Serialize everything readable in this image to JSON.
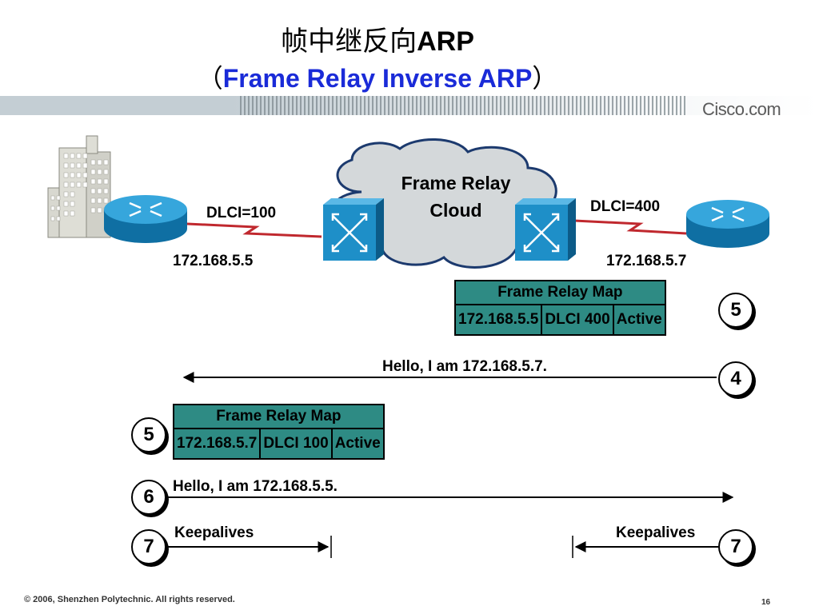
{
  "slide": {
    "title_cn": "帧中继反向",
    "title_arp": "ARP",
    "title_open_bracket": "（",
    "title_en": "Frame Relay Inverse ARP",
    "title_close_bracket": "）",
    "brand": "Cisco.com"
  },
  "network": {
    "cloud_label_line1": "Frame Relay",
    "cloud_label_line2": "Cloud",
    "left_dlci": "DLCI=100",
    "right_dlci": "DLCI=400",
    "left_ip": "172.168.5.5",
    "right_ip": "172.168.5.7"
  },
  "tables": {
    "right": {
      "header": "Frame Relay Map",
      "ip": "172.168.5.5",
      "dlci": "DLCI  400",
      "status": "Active"
    },
    "left": {
      "header": "Frame Relay Map",
      "ip": "172.168.5.7",
      "dlci": "DLCI  100",
      "status": "Active"
    }
  },
  "steps": {
    "right_table_step": "5",
    "hello_right_step": "4",
    "left_table_step": "5",
    "hello_left_step": "6",
    "keepalive_left_step": "7",
    "keepalive_right_step": "7"
  },
  "messages": {
    "hello_from_right": "Hello, I am 172.168.5.7.",
    "hello_from_left": "Hello, I am 172.168.5.5.",
    "keepalives_left": "Keepalives",
    "keepalives_right": "Keepalives"
  },
  "footer": {
    "copyright": "© 2006, Shenzhen Polytechnic. All rights reserved.",
    "page_number": "16"
  },
  "colors": {
    "title_english": "#1a2bd8",
    "router_body": "#1e8fc8",
    "switch_body": "#1e8fc8",
    "table_fill": "#2e8b84",
    "link_red": "#c0282e"
  }
}
